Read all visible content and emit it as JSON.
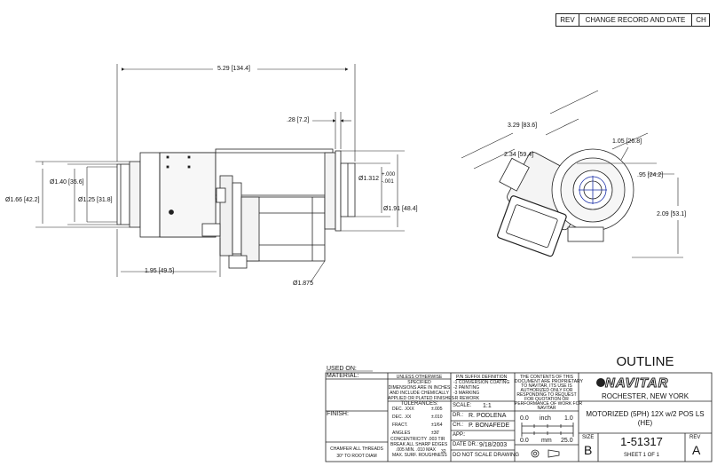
{
  "revision_header": {
    "rev": "REV",
    "change_record": "CHANGE RECORD AND DATE",
    "ch": "CH"
  },
  "side_view_dims": {
    "overall_length": "5.29 [134.4]",
    "flange": ".28 [7.2]",
    "dia_140": "Ø1.40 [35.6]",
    "dia_166": "Ø1.66 [42.2]",
    "dia_125": "Ø1.25 [31.8]",
    "dia_1312": "Ø1.312",
    "tol_plus": "+.000",
    "tol_minus": "-.001",
    "dia_191": "Ø1.91 [48.4]",
    "len_195": "1.95 [49.5]",
    "dia_1875": "Ø1.875"
  },
  "end_view_dims": {
    "d329": "3.29 [83.6]",
    "d234": "2.34 [59.4]",
    "d105": "1.05 [26.8]",
    "d95": ".95 [24.2]",
    "d209": "2.09 [53.1]"
  },
  "title_block": {
    "used_on": "USED ON:",
    "material": "MATERIAL:",
    "finish": "FINISH:",
    "notes": [
      "UNLESS OTHERWISE",
      "SPECIFIED",
      "DIMENSIONS ARE IN INCHES",
      "AND INCLUDE CHEMICALLY",
      "APPLIED OR PLATED FINISHES"
    ],
    "tolerances_label": "TOLERANCES:",
    "tolerances": [
      {
        "label": "DEC. .XXX",
        "value": "±.005"
      },
      {
        "label": "DEC. .XX",
        "value": "±.010"
      },
      {
        "label": "FRACT.",
        "value": "±1/64"
      },
      {
        "label": "ANGLES",
        "value": "±30'"
      }
    ],
    "concentricity": "CONCENTRICITY .003 TIR",
    "break_edges": "BREAK ALL SHARP EDGES",
    "break_edges_spec": ".005 MIN. .010 MAX",
    "roughness": "MAX. SURF. ROUGHNESS",
    "roughness_value": "32",
    "chamfer": [
      "CHAMFER ALL THREADS",
      "30° TO ROOT DIAM"
    ],
    "suffix_title": "P/N SUFFIX DEFINITION",
    "suffixes": [
      "-1 CONVERSION COATING",
      "-2 PAINTING",
      "-3 MARKING",
      "-R REWORK"
    ],
    "scale_label": "SCALE:",
    "scale_value": "1:1",
    "dr_label": "DR.:",
    "dr_value": "R. PODLENA",
    "ch_label": "CH.:",
    "ch_value": "P. BONAFEDE",
    "app_label": "APP.:",
    "date_label": "DATE DR.:",
    "date_value": "9/18/2003",
    "no_scale": "DO NOT SCALE DRAWING",
    "proprietary": [
      "THE CONTENTS OF THIS",
      "DOCUMENT ARE PROPRIETARY",
      "TO NAVITAR, ITS USE IS",
      "AUTHORIZED ONLY FOR",
      "RESPONDING TO REQUEST",
      "FOR QUOTATION OR",
      "PERFORMANCE OF WORK FOR",
      "NAVITAR"
    ],
    "inch_scale": {
      "start": "0.0",
      "unit": "inch",
      "end": "1.0"
    },
    "mm_scale": {
      "start": "0.0",
      "unit": "mm",
      "end": "25.0"
    },
    "drawing_title": "OUTLINE",
    "company_logo": "NAVITAR",
    "company_location": "ROCHESTER, NEW YORK",
    "description": [
      "MOTORIZED (5PH) 12X w/2 POS LS",
      "(HE)"
    ],
    "size_label": "SIZE",
    "size_value": "B",
    "part_number": "1-51317",
    "sheet": "SHEET 1 OF 1",
    "rev_label": "REV",
    "rev_value": "A"
  },
  "colors": {
    "line": "#222222",
    "accent_blue": "#1a2fa8"
  }
}
